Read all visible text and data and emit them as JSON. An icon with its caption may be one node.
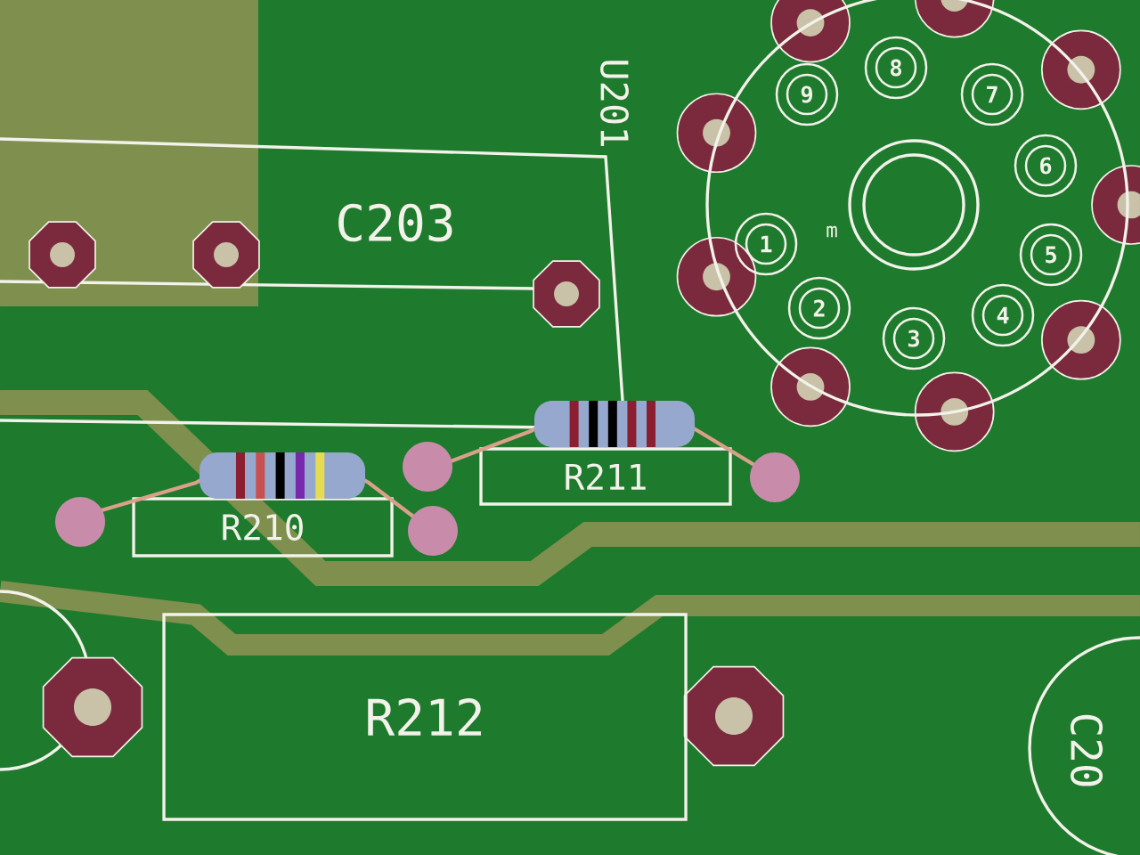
{
  "diagram": {
    "nodes": [
      {
        "text": [
          "C203"
        ]
      },
      {
        "text": [
          "U201"
        ]
      },
      {
        "text": [
          "1"
        ],
        "in": 1
      },
      {
        "text": [
          "2"
        ],
        "in": 1
      },
      {
        "text": [
          "3"
        ],
        "in": 1
      },
      {
        "text": [
          "4"
        ],
        "in": 1
      },
      {
        "text": [
          "5"
        ],
        "in": 1
      },
      {
        "text": [
          "6"
        ],
        "in": 1
      },
      {
        "text": [
          "7"
        ],
        "in": 1
      },
      {
        "text": [
          "8"
        ],
        "in": 1
      },
      {
        "text": [
          "9"
        ],
        "in": 1
      },
      {
        "text": [],
        "shape": "circle",
        "in": 1
      },
      {
        "text": [
          "R210"
        ]
      },
      {
        "text": [
          "R211"
        ]
      },
      {
        "text": [
          "R212"
        ]
      },
      {
        "text": [
          "C20"
        ]
      }
    ],
    "labels": [
      "m"
    ]
  }
}
